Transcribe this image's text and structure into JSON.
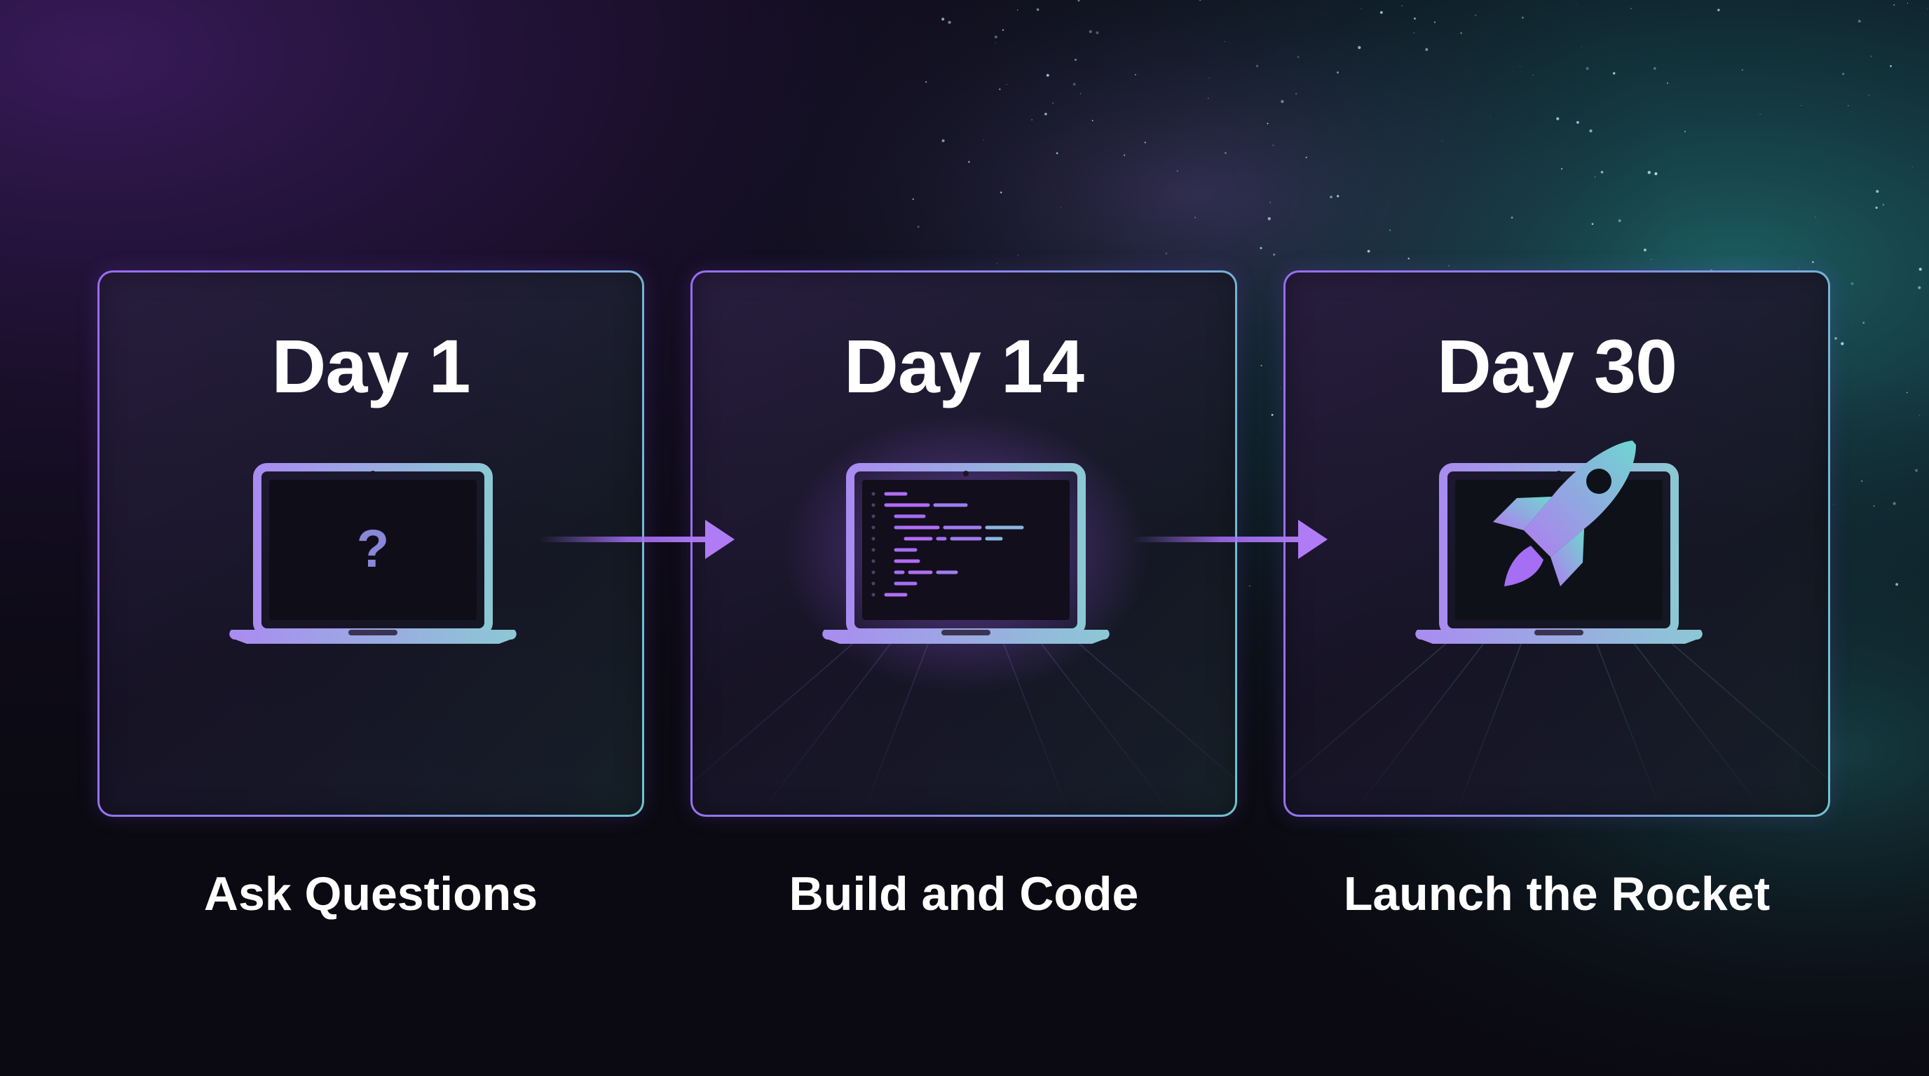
{
  "steps": [
    {
      "title": "Day 1",
      "caption": "Ask Questions",
      "icon": "laptop-question-icon",
      "screen_glyph": "?"
    },
    {
      "title": "Day 14",
      "caption": "Build and Code",
      "icon": "laptop-code-icon"
    },
    {
      "title": "Day 30",
      "caption": "Launch the Rocket",
      "icon": "laptop-rocket-icon"
    }
  ],
  "colors": {
    "background": "#0b0a12",
    "purple": "#9a6bf0",
    "teal": "#6fc3cf",
    "text": "#ffffff"
  }
}
